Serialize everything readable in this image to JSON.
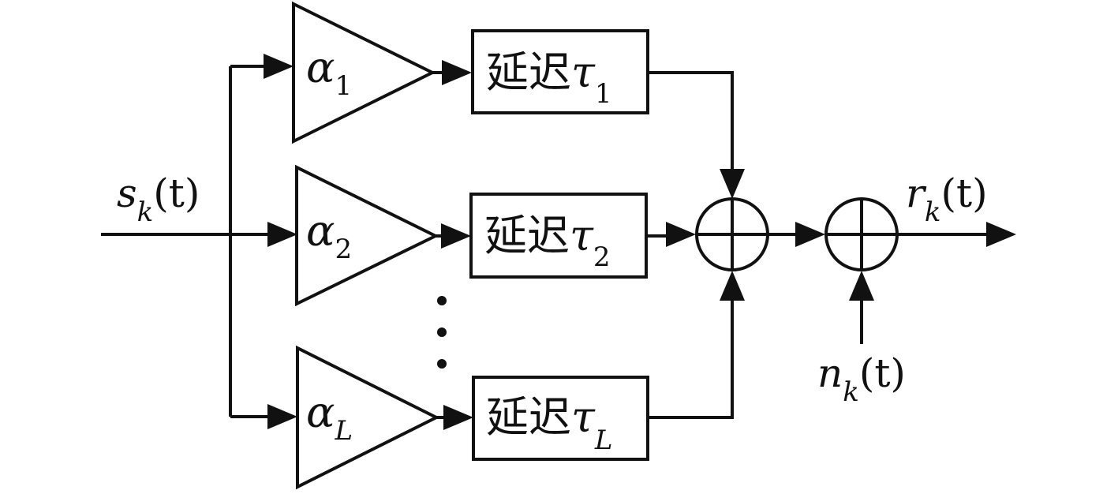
{
  "input": {
    "base": "s",
    "sub": "k",
    "arg": "(t)"
  },
  "branches": [
    {
      "gain_symbol": "α",
      "gain_sub": "1",
      "delay_label": "延迟",
      "delay_symbol": "τ",
      "delay_sub": "1"
    },
    {
      "gain_symbol": "α",
      "gain_sub": "2",
      "delay_label": "延迟",
      "delay_symbol": "τ",
      "delay_sub": "2"
    },
    {
      "gain_symbol": "α",
      "gain_sub": "L",
      "delay_label": "延迟",
      "delay_symbol": "τ",
      "delay_sub": "L"
    }
  ],
  "noise": {
    "base": "n",
    "sub": "k",
    "arg": "(t)"
  },
  "output": {
    "base": "r",
    "sub": "k",
    "arg": "(t)"
  }
}
